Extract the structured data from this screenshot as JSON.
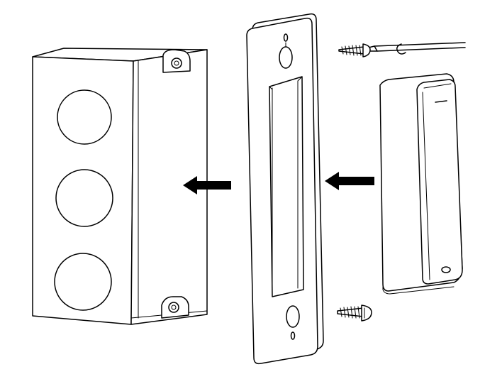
{
  "diagram": {
    "components": [
      {
        "id": "junction-box",
        "icon": "junction-box-icon",
        "knockouts": 3,
        "mount_tabs": 2
      },
      {
        "id": "mounting-plate",
        "icon": "mounting-plate-icon",
        "screw_slots": 2
      },
      {
        "id": "reader-device",
        "icon": "reader-device-icon"
      },
      {
        "id": "screw",
        "icon": "screw-icon",
        "count": 2
      },
      {
        "id": "screwdriver",
        "icon": "screwdriver-icon"
      }
    ],
    "arrows": [
      {
        "from": "reader-device",
        "to": "mounting-plate",
        "direction": "left"
      },
      {
        "from": "mounting-plate",
        "to": "junction-box",
        "direction": "left"
      }
    ],
    "colors": {
      "line": "#000000",
      "background": "#ffffff"
    }
  }
}
